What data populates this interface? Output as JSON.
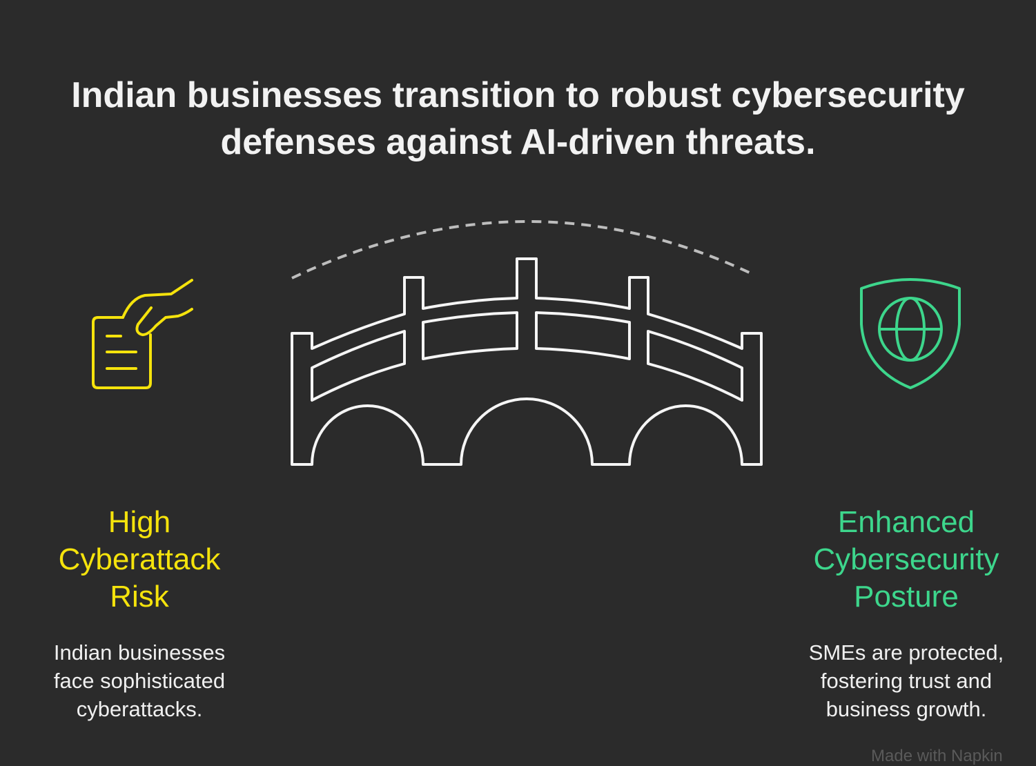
{
  "title": {
    "line1": "Indian businesses transition to robust cybersecurity",
    "line2": "defenses against AI-driven threats."
  },
  "left": {
    "icon": "hand-document-icon",
    "heading": [
      "High",
      "Cyberattack",
      "Risk"
    ],
    "description": [
      "Indian businesses",
      "face sophisticated",
      "cyberattacks."
    ],
    "color": "#f5e30c"
  },
  "center": {
    "icon": "bridge-icon"
  },
  "right": {
    "icon": "shield-globe-icon",
    "heading": [
      "Enhanced",
      "Cybersecurity",
      "Posture"
    ],
    "description": [
      "SMEs are protected,",
      "fostering trust and",
      "business growth."
    ],
    "color": "#3dd68c"
  },
  "watermark": "Made with Napkin"
}
